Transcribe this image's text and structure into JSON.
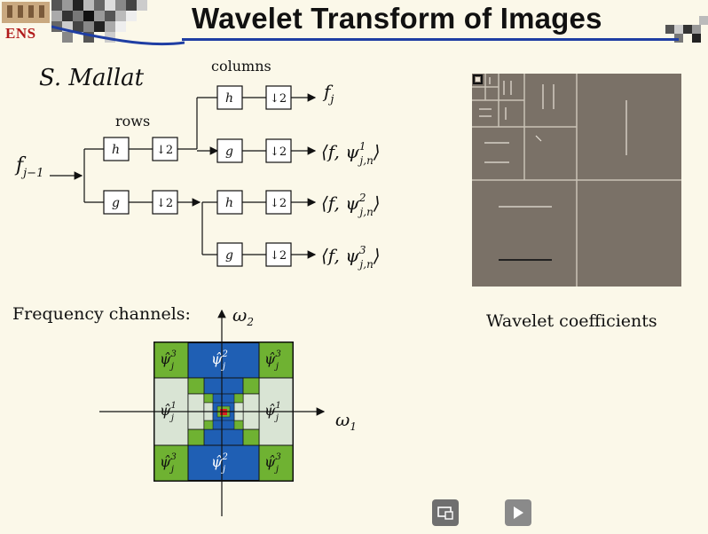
{
  "header": {
    "title": "Wavelet Transform of Images",
    "logo_text": "ENS"
  },
  "author": "S. Mallat",
  "filter_bank": {
    "rows_label": "rows",
    "columns_label": "columns",
    "input": "f",
    "input_sub": "j−1",
    "h": "h",
    "g": "g",
    "down": "↓2",
    "out_fj": "f",
    "out_fj_sub": "j",
    "out_prefix": "⟨f, ψ",
    "out_sub": "j,n",
    "out_suffix": "⟩",
    "sup1": "1",
    "sup2": "2",
    "sup3": "3"
  },
  "frequency": {
    "label": "Frequency channels:",
    "omega1": "ω",
    "omega1_sub": "1",
    "omega2": "ω",
    "omega2_sub": "2",
    "psi": "ψ̂",
    "psi_sub": "j",
    "colors": {
      "green": "#6fb232",
      "blue": "#1f5fb4",
      "light": "#d9e4d4",
      "red": "#d92020"
    }
  },
  "wavelet_coefficients_label": "Wavelet coefficients",
  "controls": {
    "screen_icon": "screen-capture-icon",
    "play_icon": "play-icon"
  }
}
